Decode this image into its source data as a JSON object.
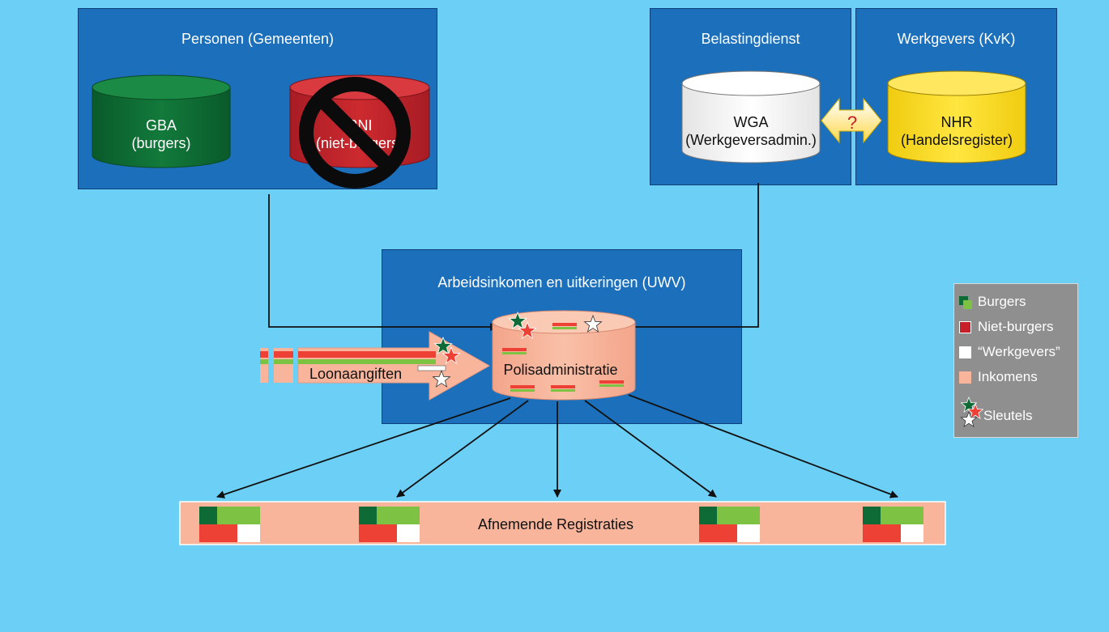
{
  "boxes": {
    "personen": "Personen (Gemeenten)",
    "belastingdienst": "Belastingdienst",
    "werkgevers": "Werkgevers (KvK)",
    "uwv": "Arbeidsinkomen en uitkeringen (UWV)"
  },
  "databases": {
    "gba": [
      "GBA",
      "(burgers)"
    ],
    "rni": [
      "RNI",
      "(niet-burgers)"
    ],
    "wga": [
      "WGA",
      "(Werkgeversadmin.)"
    ],
    "nhr": [
      "NHR",
      "(Handelsregister)"
    ],
    "polis": "Polisadministratie"
  },
  "question_mark": "?",
  "arrow_label": "Loonaangiften",
  "bottom_bar": "Afnemende Registraties",
  "legend": {
    "burgers": "Burgers",
    "niet_burgers": "Niet-burgers",
    "werkgevers": "“Werkgevers”",
    "inkomens": "Inkomens",
    "sleutels": "Sleutels"
  },
  "colors": {
    "background": "#6ccff5",
    "box": "#1b6fbb",
    "dark_green": "#0f6b35",
    "light_green": "#7dc242",
    "red": "#ee4136",
    "salmon": "#f8b59c",
    "yellow": "#ffe033",
    "legend_bg": "#8f8f8f"
  },
  "icons": [
    "star-green-icon",
    "star-red-icon",
    "star-white-icon",
    "prohibited-icon",
    "double-arrow-icon"
  ]
}
